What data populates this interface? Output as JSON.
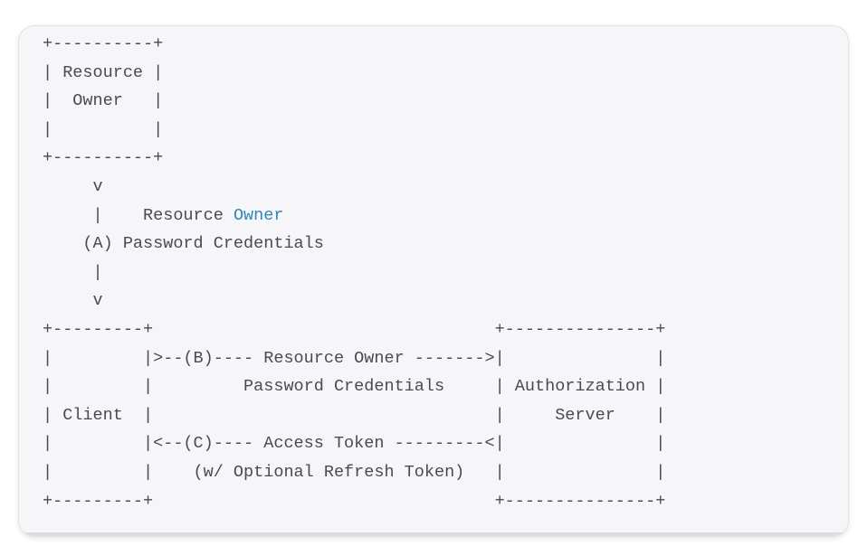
{
  "diagram": {
    "lines": [
      {
        "text": "+----------+"
      },
      {
        "text": "| Resource |"
      },
      {
        "text": "|  Owner   |"
      },
      {
        "text": "|          |"
      },
      {
        "text": "+----------+"
      },
      {
        "text": "     v"
      },
      {
        "text": "     |    Resource ",
        "highlight": "Owner"
      },
      {
        "text": "    (A) Password Credentials"
      },
      {
        "text": "     |"
      },
      {
        "text": "     v"
      },
      {
        "text": "+---------+                                  +---------------+"
      },
      {
        "text": "|         |>--(B)---- Resource Owner ------->|               |"
      },
      {
        "text": "|         |         Password Credentials     | Authorization |"
      },
      {
        "text": "| Client  |                                  |     Server    |"
      },
      {
        "text": "|         |<--(C)---- Access Token ---------<|               |"
      },
      {
        "text": "|         |    (w/ Optional Refresh Token)   |               |"
      },
      {
        "text": "+---------+                                  +---------------+"
      }
    ],
    "highlight_color": "#2f86b8",
    "text_color": "#4a4a50",
    "background_color": "#f6f6f8"
  }
}
